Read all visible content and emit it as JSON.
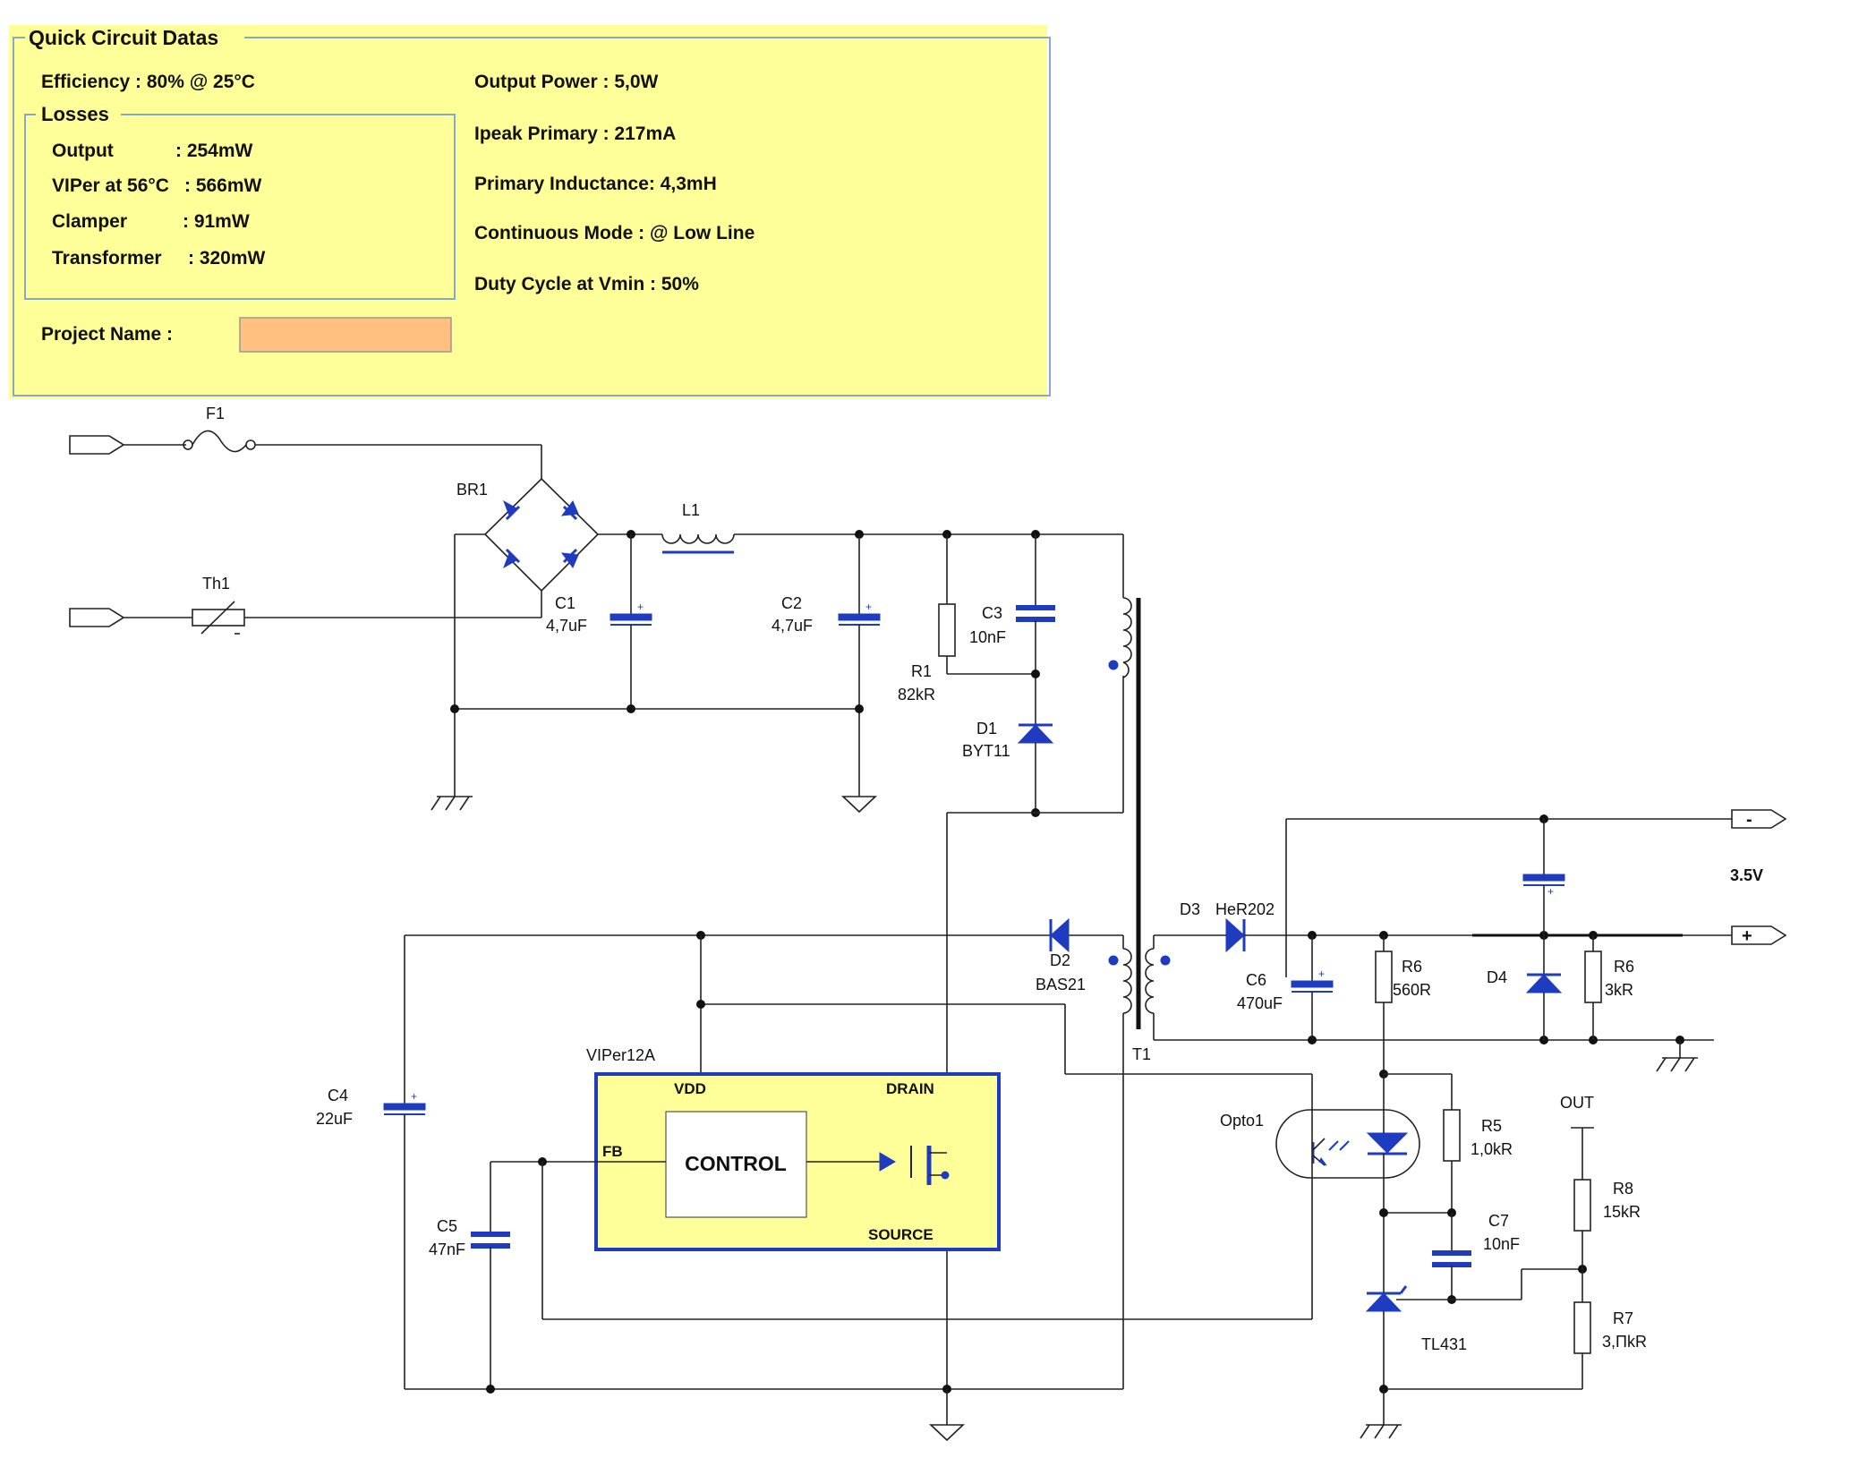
{
  "info": {
    "title": "Quick Circuit Datas",
    "efficiency": "Efficiency : 80% @ 25°C",
    "losses_title": "Losses",
    "losses": [
      {
        "label": "Output",
        "value": ": 254mW"
      },
      {
        "label": "VIPer at 56°C",
        "value": ": 566mW"
      },
      {
        "label": "Clamper",
        "value": ": 91mW"
      },
      {
        "label": "Transformer",
        "value": ": 320mW"
      }
    ],
    "project_label": "Project Name :",
    "project_value": "",
    "specs": [
      "Output Power : 5,0W",
      "Ipeak Primary : 217mA",
      "Primary Inductance: 4,3mH",
      "Continuous Mode : @ Low Line",
      "Duty Cycle at Vmin : 50%"
    ]
  },
  "components": {
    "F1": "F1",
    "Th1": "Th1",
    "BR1": "BR1",
    "L1": "L1",
    "C1": {
      "name": "C1",
      "value": "4,7uF"
    },
    "C2": {
      "name": "C2",
      "value": "4,7uF"
    },
    "C3": {
      "name": "C3",
      "value": "10nF"
    },
    "R1": {
      "name": "R1",
      "value": "82kR"
    },
    "D1": {
      "name": "D1",
      "value": "BYT11"
    },
    "D2": {
      "name": "D2",
      "value": "BAS21"
    },
    "D3": {
      "name": "D3",
      "value": "HeR202"
    },
    "C6": {
      "name": "C6",
      "value": "470uF"
    },
    "R6a": {
      "name": "R6",
      "value": "560R"
    },
    "D4": "D4",
    "R6b": {
      "name": "R6",
      "value": "3kR"
    },
    "T1": "T1",
    "C4": {
      "name": "C4",
      "value": "22uF"
    },
    "C5": {
      "name": "C5",
      "value": "47nF"
    },
    "Opto1": "Opto1",
    "R5": {
      "name": "R5",
      "value": "1,0kR"
    },
    "C7": {
      "name": "C7",
      "value": "10nF"
    },
    "R8": {
      "name": "R8",
      "value": "15kR"
    },
    "R7": {
      "name": "R7",
      "value": "3,ΠkR"
    },
    "TL431": "TL431",
    "OUT": "OUT",
    "vout": "3.5V",
    "minus": "-",
    "plus": "+"
  },
  "viper": {
    "name": "VIPer12A",
    "vdd": "VDD",
    "drain": "DRAIN",
    "fb": "FB",
    "source": "SOURCE",
    "control": "CONTROL"
  },
  "colors": {
    "panel_bg": "#ffff99",
    "panel_border": "#8aa6c8",
    "project_field": "#ffc080",
    "component_blue": "#1f3bbf",
    "viper_bg": "#ffff99"
  }
}
